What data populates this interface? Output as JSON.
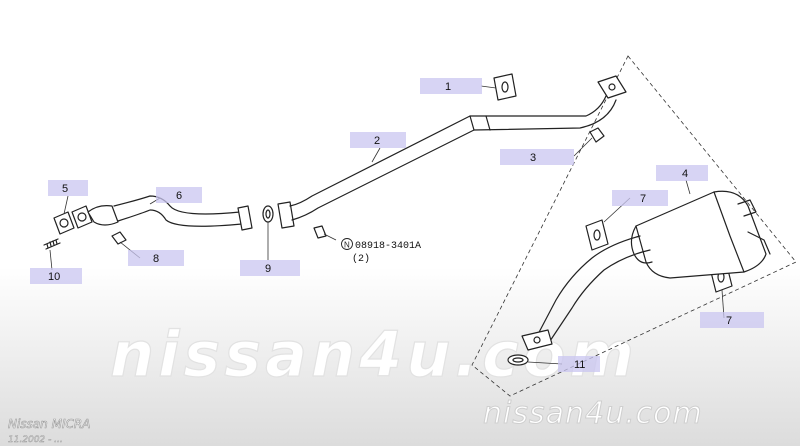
{
  "callouts": [
    {
      "number": "1"
    },
    {
      "number": "2"
    },
    {
      "number": "3"
    },
    {
      "number": "4"
    },
    {
      "number": "5"
    },
    {
      "number": "6"
    },
    {
      "number": "7"
    },
    {
      "number": "7"
    },
    {
      "number": "8"
    },
    {
      "number": "9"
    },
    {
      "number": "10"
    },
    {
      "number": "11"
    }
  ],
  "bolt_note": {
    "part_number": "08918-3401A",
    "quantity": "(2)"
  },
  "watermark": {
    "main": "nissan4u.com",
    "corner": "nissan4u.com"
  },
  "caption": {
    "model": "Nissan MICRA",
    "date": "11.2002 - ..."
  },
  "colors": {
    "callout_fill": "#c9c6f0",
    "line": "#222222"
  }
}
